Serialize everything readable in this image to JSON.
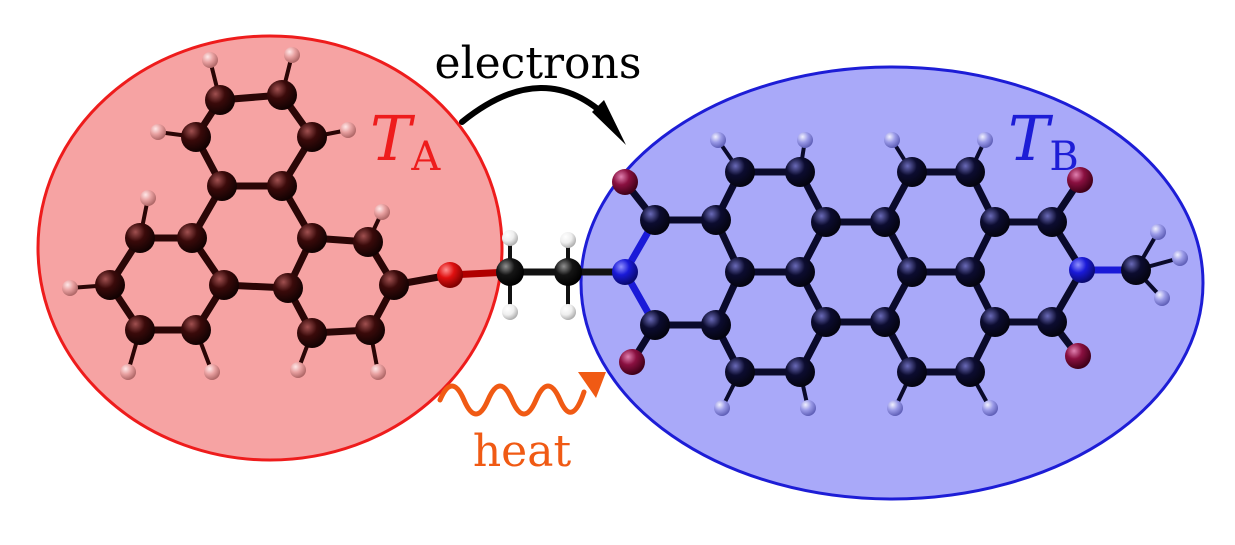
{
  "labels": {
    "electrons": "electrons",
    "heat": "heat",
    "region_a_symbol": "T",
    "region_a_subscript": "A",
    "region_b_symbol": "T",
    "region_b_subscript": "B"
  },
  "colors": {
    "region_a_fill": "#f6a3a3",
    "region_a_stroke": "#ee1c1c",
    "region_b_fill": "#a9a9f9",
    "region_b_stroke": "#1d1dd6",
    "region_a_label": "#ee1c1c",
    "region_b_label": "#1d1dd6",
    "heat": "#f05a14",
    "electrons": "#000000",
    "atom_carbon_a": "#3a0a0a",
    "atom_hydrogen_a": "#e8a0a0",
    "atom_carbon_b": "#0c0c30",
    "atom_hydrogen_b": "#8f8fe6",
    "atom_oxygen": "#d01010",
    "atom_oxygen_b": "#8a1040",
    "atom_nitrogen": "#1a1ad8",
    "atom_carbon_bridge": "#111111",
    "atom_hydrogen_bridge": "#f0f0f0"
  }
}
